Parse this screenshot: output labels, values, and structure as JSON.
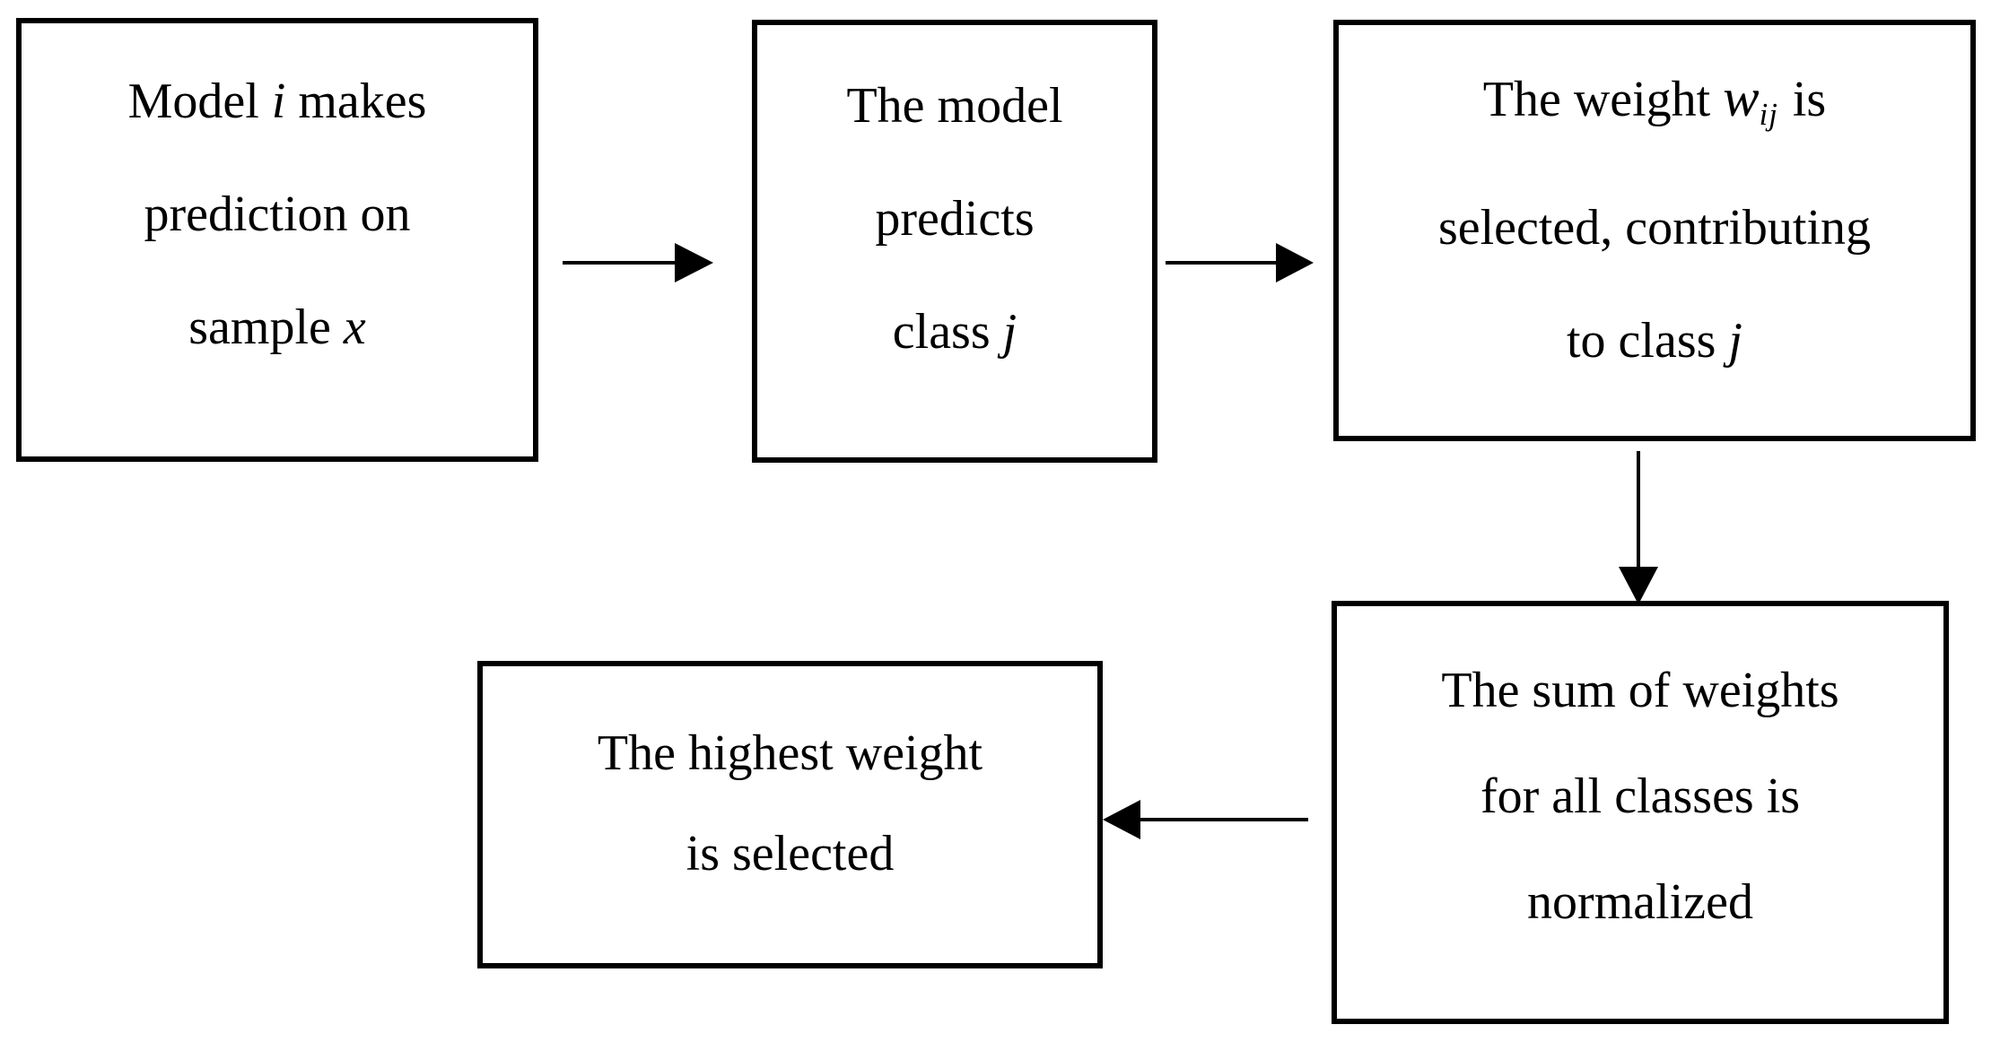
{
  "diagram": {
    "background_color": "#ffffff",
    "stroke_color": "#000000",
    "boxes": [
      {
        "id": "box-1",
        "lines": [
          {
            "segments": [
              {
                "text": "Model "
              },
              {
                "text": "i",
                "style": "italic"
              },
              {
                "text": " makes"
              }
            ]
          },
          {
            "segments": [
              {
                "text": "prediction on"
              }
            ]
          },
          {
            "segments": [
              {
                "text": "sample "
              },
              {
                "text": "x",
                "style": "italic"
              }
            ]
          }
        ]
      },
      {
        "id": "box-2",
        "lines": [
          {
            "segments": [
              {
                "text": "The model"
              }
            ]
          },
          {
            "segments": [
              {
                "text": "predicts"
              }
            ]
          },
          {
            "segments": [
              {
                "text": "class "
              },
              {
                "text": "j",
                "style": "italic"
              }
            ]
          }
        ]
      },
      {
        "id": "box-3",
        "lines": [
          {
            "segments": [
              {
                "text": "The weight"
              },
              {
                "text": "w",
                "style": "math-italic"
              },
              {
                "text": "ij",
                "style": "math-subscript"
              },
              {
                "text": "is"
              }
            ]
          },
          {
            "segments": [
              {
                "text": "selected, contributing"
              }
            ]
          },
          {
            "segments": [
              {
                "text": "to class "
              },
              {
                "text": "j",
                "style": "italic"
              }
            ]
          }
        ]
      },
      {
        "id": "box-4",
        "lines": [
          {
            "segments": [
              {
                "text": "The sum of weights"
              }
            ]
          },
          {
            "segments": [
              {
                "text": "for all classes is"
              }
            ]
          },
          {
            "segments": [
              {
                "text": "normalized"
              }
            ]
          }
        ]
      },
      {
        "id": "box-5",
        "lines": [
          {
            "segments": [
              {
                "text": "The highest weight"
              }
            ]
          },
          {
            "segments": [
              {
                "text": "is selected"
              }
            ]
          }
        ]
      }
    ],
    "connections": [
      {
        "from": "box-1",
        "to": "box-2",
        "direction": "right"
      },
      {
        "from": "box-2",
        "to": "box-3",
        "direction": "right"
      },
      {
        "from": "box-3",
        "to": "box-4",
        "direction": "down"
      },
      {
        "from": "box-4",
        "to": "box-5",
        "direction": "left"
      }
    ]
  }
}
